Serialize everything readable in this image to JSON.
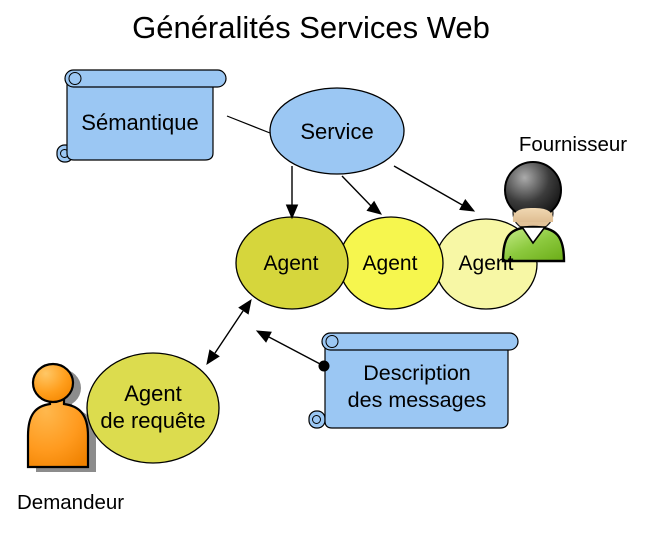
{
  "title": "Généralités Services Web",
  "colors": {
    "shape_blue": "#9BC7F3",
    "agent_dark": "#D6D63C",
    "agent_bright": "#F6F64E",
    "agent_pale": "#F7F7A5",
    "agent_requete": "#DCDC4E",
    "person_green": "#86C437",
    "person_orange": "#FF9717",
    "outline": "#000000"
  },
  "nodes": {
    "semantique": {
      "label": "Sémantique"
    },
    "service": {
      "label": "Service"
    },
    "fournisseur": {
      "label": "Fournisseur"
    },
    "agent1": {
      "label": "Agent"
    },
    "agent2": {
      "label": "Agent"
    },
    "agent3": {
      "label": "Agent"
    },
    "agent_requete": {
      "line1": "Agent",
      "line2": "de requête"
    },
    "description": {
      "line1": "Description",
      "line2": "des messages"
    },
    "demandeur": {
      "label": "Demandeur"
    }
  }
}
